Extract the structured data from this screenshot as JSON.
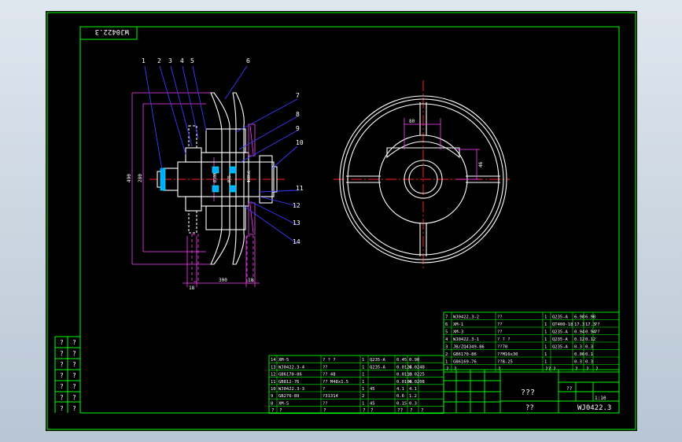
{
  "colors": {
    "background": "#000000",
    "frame": "#00ff00",
    "part": "#ffffff",
    "leader": "#3a3aff",
    "dimension": "#ff40ff",
    "centerline": "#ff2020"
  },
  "drawing": {
    "stamp": "WJ0422.3",
    "balloons": [
      "1",
      "2",
      "3",
      "4",
      "5",
      "6",
      "7",
      "8",
      "9",
      "10",
      "11",
      "12",
      "13",
      "14"
    ],
    "dims": {
      "bottom1": "18",
      "bottom2": "300",
      "bottom3": "18",
      "left1": "490",
      "left2": "280",
      "center1": "Ø100",
      "center2": "Ø45",
      "center3": "Φ80k6",
      "right1": "46",
      "top_view": "80"
    },
    "left_strip": [
      "?",
      "?",
      "?",
      "?",
      "?",
      "?",
      "?"
    ]
  },
  "bom_upper": {
    "rows": [
      {
        "no": "7",
        "code": "WJ0422.3-2",
        "name": "??",
        "qty": "1",
        "mat": "Q235-A",
        "w1": "6.98",
        "w2": "6.98"
      },
      {
        "no": "6",
        "code": "XM-1",
        "name": "??",
        "qty": "1",
        "mat": "QT400-18",
        "w1": "17.3",
        "w2": "17.3",
        "note": "??"
      },
      {
        "no": "5",
        "code": "XM-3",
        "name": "??",
        "qty": "1",
        "mat": "Q235-A",
        "w1": "0.94",
        "w2": "0.94",
        "note": "??"
      },
      {
        "no": "4",
        "code": "WJ0422.3-1",
        "name": "? ? ?",
        "qty": "1",
        "mat": "Q235-A",
        "w1": "0.12",
        "w2": "0.12"
      },
      {
        "no": "3",
        "code": "JB/ZQ4349-86",
        "name": "??70",
        "qty": "1",
        "mat": "Q235-A",
        "w1": "0.3",
        "w2": "0.3"
      },
      {
        "no": "2",
        "code": "GB6170-86",
        "name": "??M16x30",
        "qty": "1",
        "mat": "",
        "w1": "0.06",
        "w2": "0.1"
      },
      {
        "no": "1",
        "code": "GB6169-76",
        "name": "??B-25",
        "qty": "1",
        "mat": "",
        "w1": "0.3",
        "w2": "0.3"
      }
    ],
    "header": [
      "?",
      "?",
      "?",
      "??",
      "?",
      "?",
      "?",
      "?"
    ]
  },
  "bom_lower": {
    "rows": [
      {
        "no": "14",
        "code": "XM-5",
        "name": "? ? ?",
        "qty": "1",
        "mat": "Q235-A",
        "w1": "0.45",
        "w2": "0.90"
      },
      {
        "no": "13",
        "code": "WJ0422.3-4",
        "name": "??",
        "qty": "1",
        "mat": "Q235-A",
        "w1": "0.0124",
        "w2": "0.0248"
      },
      {
        "no": "12",
        "code": "GB6170-86",
        "name": "?? 48",
        "qty": "1",
        "mat": "",
        "w1": "0.0113",
        "w2": "0.0225"
      },
      {
        "no": "11",
        "code": "GB812-76",
        "name": "?? M48x1.5",
        "qty": "1",
        "mat": "",
        "w1": "0.0104",
        "w2": "0.0208"
      },
      {
        "no": "10",
        "code": "WJ0422.3-3",
        "name": "?",
        "qty": "1",
        "mat": "45",
        "w1": "4.1",
        "w2": "4.1"
      },
      {
        "no": "9",
        "code": "GB276-89",
        "name": "?31314",
        "qty": "2",
        "mat": "",
        "w1": "0.6",
        "w2": "1.2"
      },
      {
        "no": "8",
        "code": "XM-5",
        "name": "??",
        "qty": "1",
        "mat": "45",
        "w1": "0.15",
        "w2": "0.3"
      }
    ],
    "header": [
      "?",
      "?",
      "?",
      "?",
      "?",
      "??",
      "?",
      "?"
    ]
  },
  "title_block": {
    "mid": "???",
    "bottom": "??",
    "stamp": "WJ0422.3",
    "small": "??",
    "scale": "1:10"
  }
}
